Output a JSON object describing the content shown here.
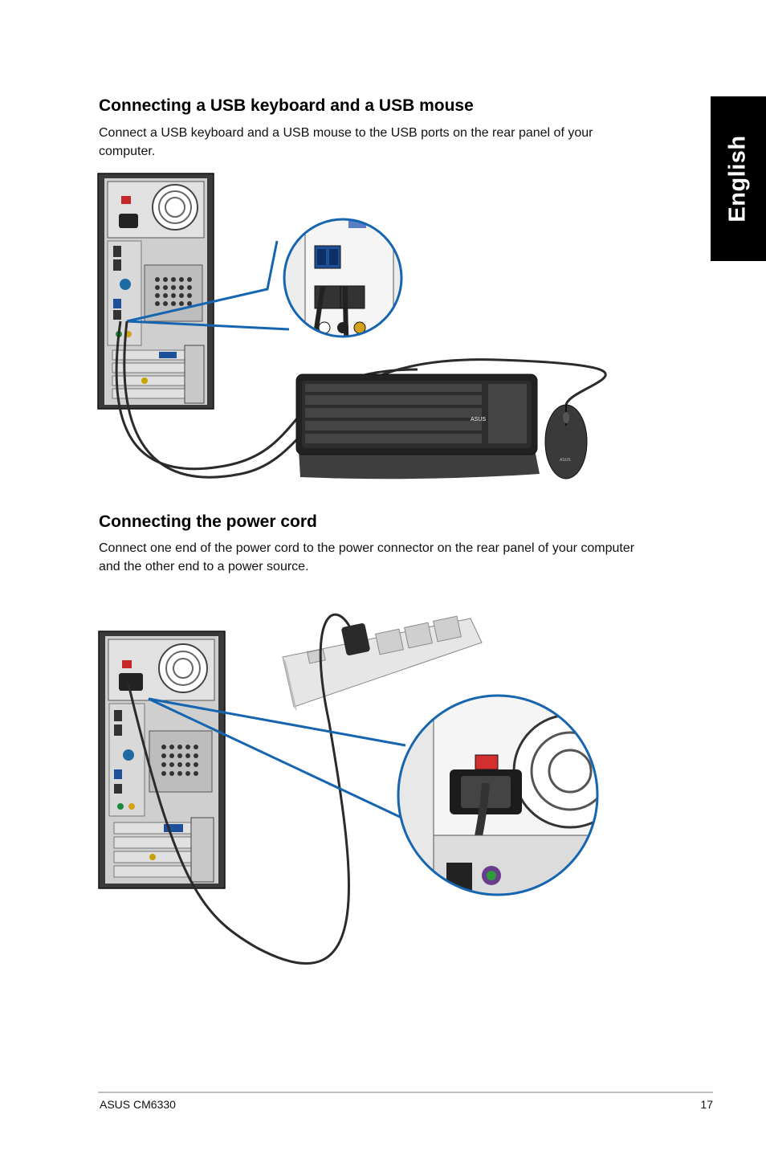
{
  "side_tab": {
    "label": "English"
  },
  "section1": {
    "heading": "Connecting a USB keyboard and a USB mouse",
    "body": "Connect a USB keyboard and a USB mouse to the USB ports on the rear panel of your computer."
  },
  "section2": {
    "heading": "Connecting the power cord",
    "body": "Connect one end of the power cord to the power connector on the rear panel of your computer and the other end to a power source."
  },
  "illustration1": {
    "keyboard_logo": "ASUS",
    "mouse_logo": "ASUS"
  },
  "footer": {
    "product": "ASUS CM6330",
    "page_number": "17"
  },
  "colors": {
    "accent_blue": "#1565b0",
    "tab_bg": "#000000"
  }
}
